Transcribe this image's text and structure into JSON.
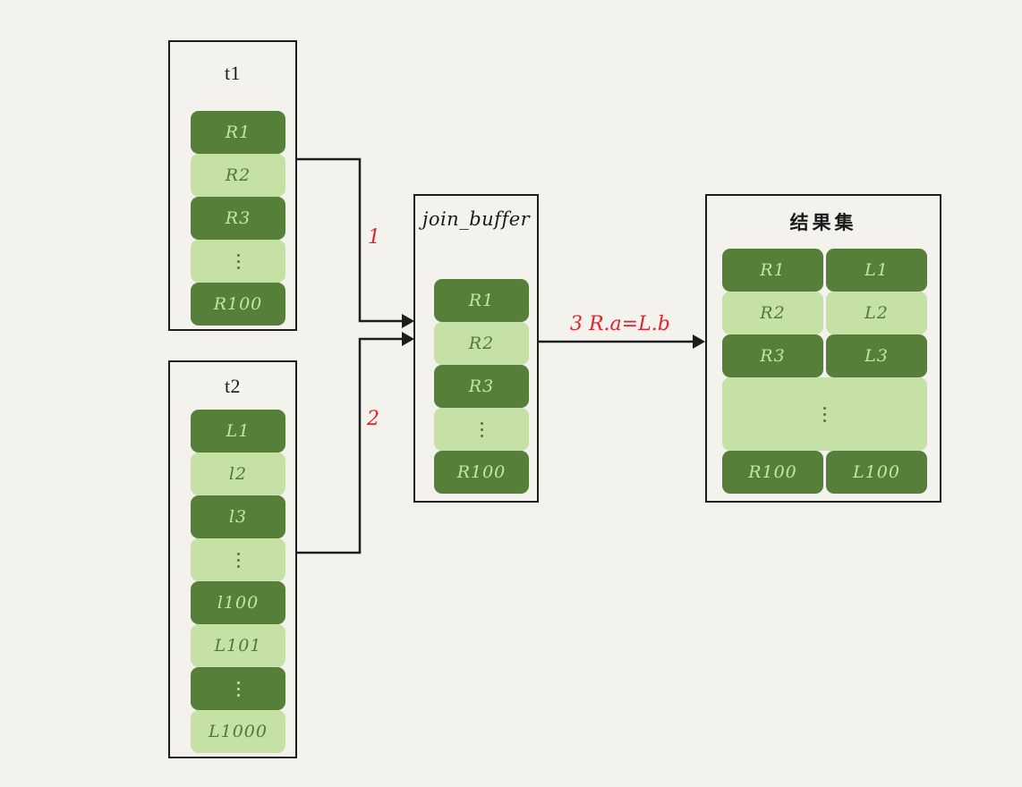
{
  "diagram": {
    "background_color": "#f4f2ed",
    "line_color": "#1d1d1d",
    "pill_dark_color": "#568039",
    "pill_light_color": "#c5e1a5",
    "annotation_color": "#e8222a"
  },
  "tables": {
    "t1": {
      "title": "t1",
      "rows": [
        {
          "label": "R1",
          "shade": "dark"
        },
        {
          "label": "R2",
          "shade": "light"
        },
        {
          "label": "R3",
          "shade": "dark"
        },
        {
          "label": "⋮",
          "shade": "light",
          "ellipsis": true
        },
        {
          "label": "R100",
          "shade": "dark"
        }
      ]
    },
    "t2": {
      "title": "t2",
      "rows": [
        {
          "label": "L1",
          "shade": "dark"
        },
        {
          "label": "l2",
          "shade": "light"
        },
        {
          "label": "l3",
          "shade": "dark"
        },
        {
          "label": "⋮",
          "shade": "light",
          "ellipsis": true
        },
        {
          "label": "l100",
          "shade": "dark"
        },
        {
          "label": "L101",
          "shade": "light"
        },
        {
          "label": "⋮",
          "shade": "dark",
          "ellipsis": true
        },
        {
          "label": "L1000",
          "shade": "light"
        }
      ]
    },
    "join_buffer": {
      "title": "join_buffer",
      "rows": [
        {
          "label": "R1",
          "shade": "dark"
        },
        {
          "label": "R2",
          "shade": "light"
        },
        {
          "label": "R3",
          "shade": "dark"
        },
        {
          "label": "⋮",
          "shade": "light",
          "ellipsis": true
        },
        {
          "label": "R100",
          "shade": "dark"
        }
      ]
    },
    "result": {
      "title": "结果集",
      "rows": [
        {
          "left": "R1",
          "right": "L1",
          "shade": "dark",
          "merged": false
        },
        {
          "left": "R2",
          "right": "L2",
          "shade": "light",
          "merged": false
        },
        {
          "left": "R3",
          "right": "L3",
          "shade": "dark",
          "merged": false
        },
        {
          "left": "⋮",
          "right": "",
          "shade": "light",
          "merged": true,
          "ellipsis": true
        },
        {
          "left": "R100",
          "right": "L100",
          "shade": "dark",
          "merged": false
        }
      ]
    }
  },
  "annotations": {
    "step1": "1",
    "step2": "2",
    "step3": "3  R.a=L.b"
  }
}
